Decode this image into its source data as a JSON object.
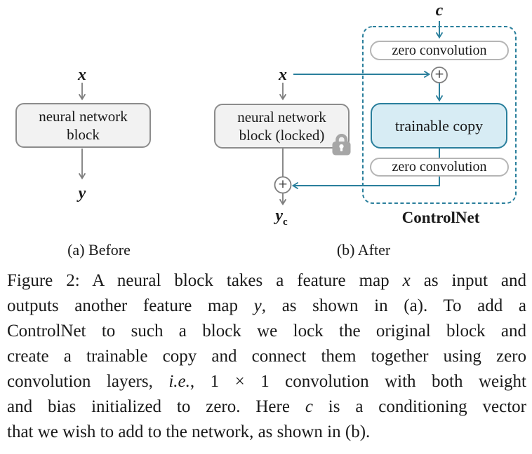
{
  "panel_a": {
    "input_label": "x",
    "block_lines": [
      "neural network",
      "block"
    ],
    "output_label": "y",
    "caption": "(a) Before"
  },
  "panel_b": {
    "condition_label": "c",
    "input_label": "x",
    "block_lines": [
      "neural network",
      "block (locked)"
    ],
    "zero_conv_top_label": "zero convolution",
    "sum_top_label": "+",
    "trainable_copy_label": "trainable copy",
    "zero_conv_bottom_label": "zero convolution",
    "sum_bottom_label": "+",
    "output_label": "y",
    "output_subscript": "c",
    "controlnet_label": "ControlNet",
    "caption": "(b) After"
  },
  "figure_caption": {
    "lines": [
      [
        {
          "t": "Figure 2: A neural block takes a feature map "
        },
        {
          "t": "x",
          "i": 1
        },
        {
          "t": " as input and"
        }
      ],
      [
        {
          "t": "outputs another feature map "
        },
        {
          "t": "y",
          "i": 1
        },
        {
          "t": ", as shown in (a). To add a"
        }
      ],
      [
        {
          "t": "ControlNet to such a block we lock the original block and"
        }
      ],
      [
        {
          "t": "create a trainable copy and connect them together using zero"
        }
      ],
      [
        {
          "t": "convolution layers, "
        },
        {
          "t": "i.e.",
          "i": 1
        },
        {
          "t": ", 1 × 1 convolution with both weight"
        }
      ],
      [
        {
          "t": "and bias initialized to zero. Here "
        },
        {
          "t": "c",
          "i": 1
        },
        {
          "t": " is a conditioning vector"
        }
      ],
      [
        {
          "t": "that we wish to add to the network, as shown in (b)."
        }
      ]
    ]
  },
  "colors": {
    "teal": "#2a7f9c",
    "trainable_fill": "#d7ecf4",
    "block_fill": "#f2f2f2",
    "block_border": "#8c8c8c",
    "pill_border": "#b5b5b5",
    "gray_arrow": "#7d7d7d",
    "lock_gray": "#a6a6a6",
    "text": "#1a1a1a"
  }
}
